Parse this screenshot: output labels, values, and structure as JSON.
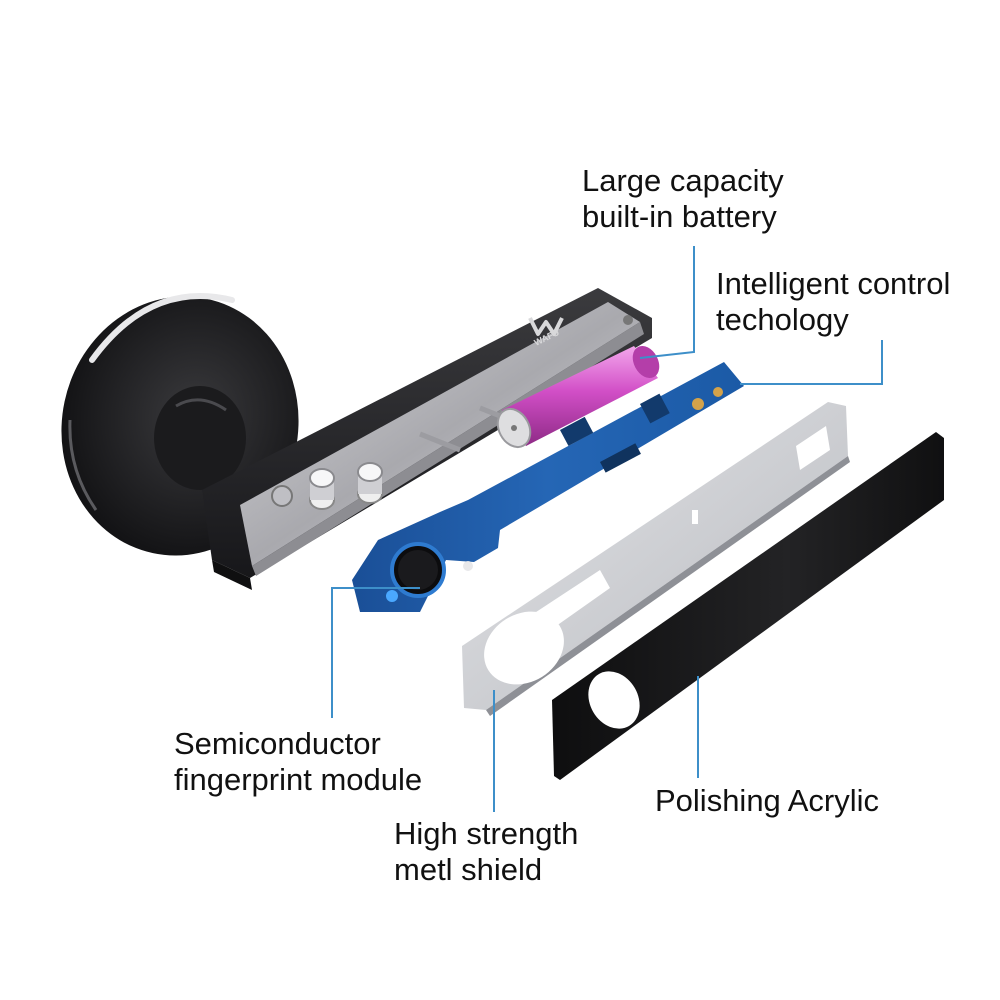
{
  "brand": {
    "logo_text": "WAFU"
  },
  "callouts": {
    "battery": {
      "line1": "Large capacity",
      "line2": "built-in battery"
    },
    "control": {
      "line1": "Intelligent control",
      "line2": "techology"
    },
    "fingerprint": {
      "line1": "Semiconductor",
      "line2": "fingerprint module"
    },
    "shield": {
      "line1": "High strength",
      "line2": "metl shield"
    },
    "acrylic": {
      "line1": "Polishing Acrylic"
    }
  },
  "colors": {
    "leader_line": "#3d8fc9",
    "handle_body": "#1f1f21",
    "pcb": "#1f5fae",
    "battery": "#d24fc7",
    "shield": "#c9cbcf",
    "acrylic": "#141414"
  }
}
